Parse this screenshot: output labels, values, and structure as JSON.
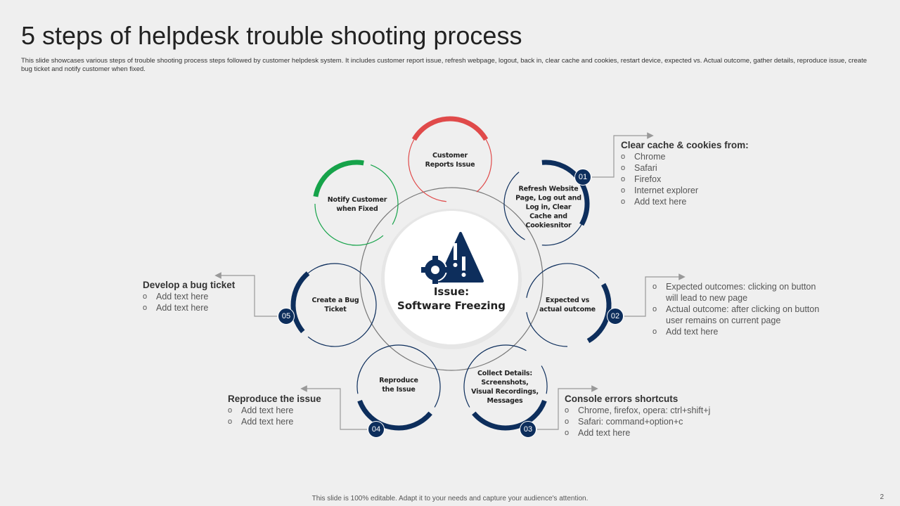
{
  "title": "5 steps of helpdesk trouble shooting process",
  "description": "This slide showcases various steps of trouble shooting process steps followed by customer helpdesk system. It includes customer report issue, refresh webpage, logout, back in, clear cache and cookies, restart device, expected vs. Actual outcome, gather details, reproduce issue, create bug ticket and notify customer when fixed.",
  "center": {
    "line1": "Issue:",
    "line2": "Software  Freezing",
    "icon": "gear-warning-icon"
  },
  "colors": {
    "navy": "#0d2e5c",
    "red": "#e04a4a",
    "green": "#16a34a"
  },
  "steps": {
    "customer": "Customer Reports Issue",
    "refresh": "Refresh Website Page, Log out and Log in, Clear Cache and Cookiesnitor",
    "expected": "Expected vs actual outcome",
    "collect": "Collect Details: Screenshots, Visual Recordings, Messages",
    "reproduce": "Reproduce the Issue",
    "create": "Create a Bug Ticket",
    "notify": "Notify Customer when Fixed"
  },
  "badges": [
    "01",
    "02",
    "03",
    "04",
    "05"
  ],
  "info": {
    "cache": {
      "heading": "Clear cache & cookies from:",
      "items": [
        "Chrome",
        "Safari",
        "Firefox",
        "Internet explorer",
        "Add text here"
      ]
    },
    "outcome": {
      "items": [
        "Expected outcomes: clicking on button will lead to new page",
        "Actual outcome: after clicking on button user remains on current page",
        "Add text here"
      ]
    },
    "console": {
      "heading": "Console errors shortcuts",
      "items": [
        "Chrome,  firefox,  opera:  ctrl+shift+j",
        "Safari:  command+option+c",
        "Add text here"
      ]
    },
    "reproduce": {
      "heading": "Reproduce the issue",
      "items": [
        "Add text here",
        "Add text here"
      ]
    },
    "bug": {
      "heading": "Develop a bug ticket",
      "items": [
        "Add text here",
        "Add text here"
      ]
    }
  },
  "footer": "This slide is 100% editable.  Adapt it to your needs and capture your audience's attention.",
  "page_number": "2"
}
